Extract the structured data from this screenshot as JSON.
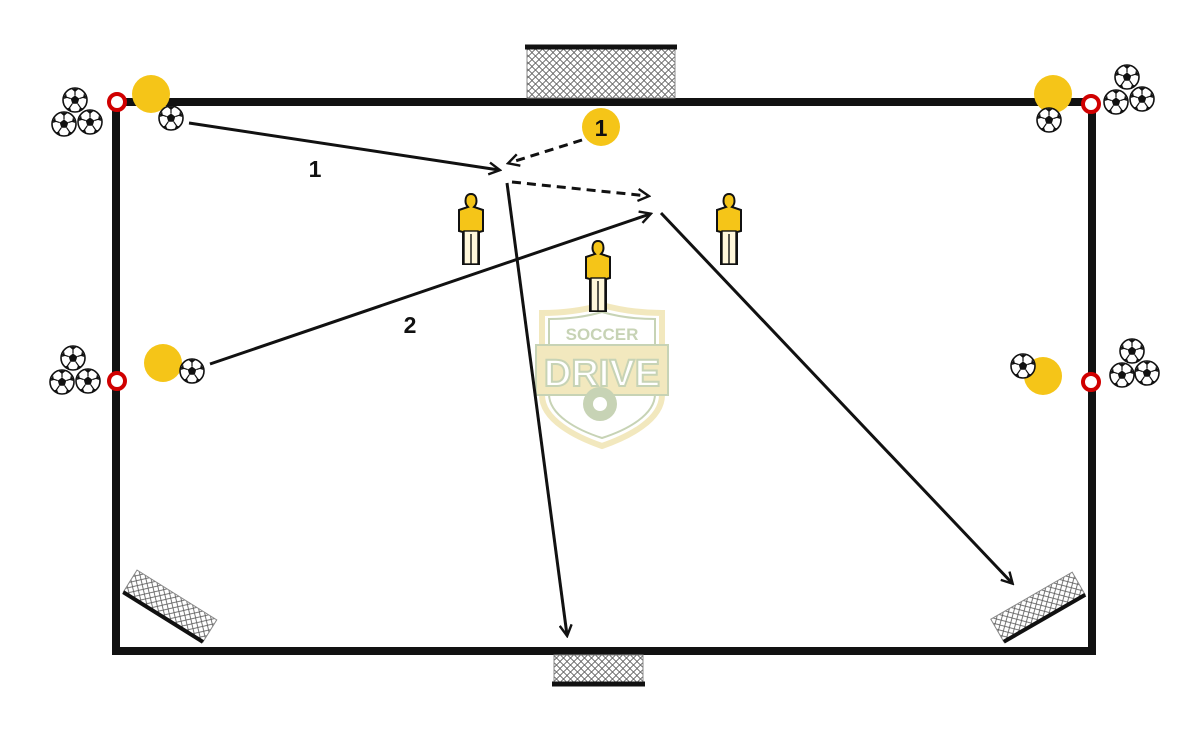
{
  "brand": {
    "logo_top": "SOCCER",
    "logo_main": "DRIVE"
  },
  "colors": {
    "player_yellow": "#F5C518",
    "line_black": "#111111",
    "cone_red": "#D00000",
    "logo_green": "#9BB07A",
    "logo_gold": "#E9D68A"
  },
  "sequence": {
    "pass_1_label": "1",
    "pass_2_label": "2",
    "active_player_label": "1"
  },
  "icons": {
    "ball": "soccer-ball-icon",
    "cone": "cone-icon",
    "mannequin": "mannequin-icon",
    "goal": "mini-goal-icon"
  }
}
